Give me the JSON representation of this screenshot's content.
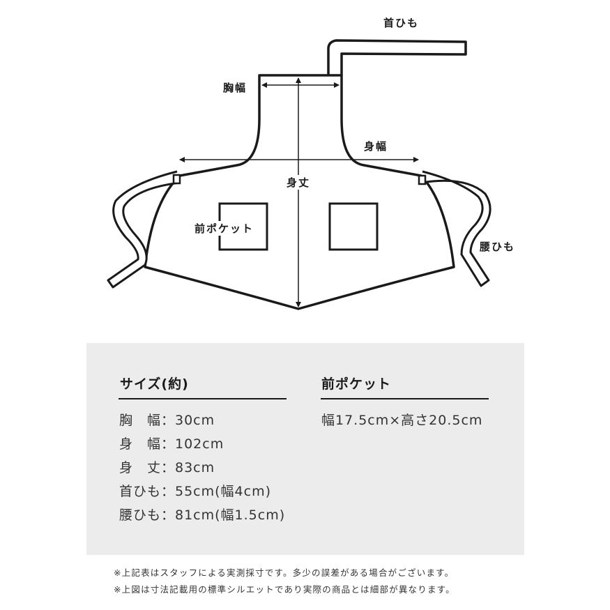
{
  "diagram": {
    "labels": {
      "neck_strap": "首ひも",
      "chest_width": "胸幅",
      "body_width": "身幅",
      "length": "身丈",
      "front_pocket": "前ポケット",
      "waist_strap": "腰ひも"
    }
  },
  "sizes": {
    "title": "サイズ(約)",
    "rows": [
      "胸　幅：30cm",
      "身　幅：102cm",
      "身　丈：83cm",
      "首ひも：55cm(幅4cm)",
      "腰ひも：81cm(幅1.5cm)"
    ]
  },
  "pocket": {
    "title": "前ポケット",
    "value": "幅17.5cm×高さ20.5cm"
  },
  "notes": [
    "※上記表はスタッフによる実測採寸です。多少の誤差がある場合がございます。",
    "※上図は寸法記載用の標準シルエットであり実際の商品とは細部が異なります。"
  ]
}
